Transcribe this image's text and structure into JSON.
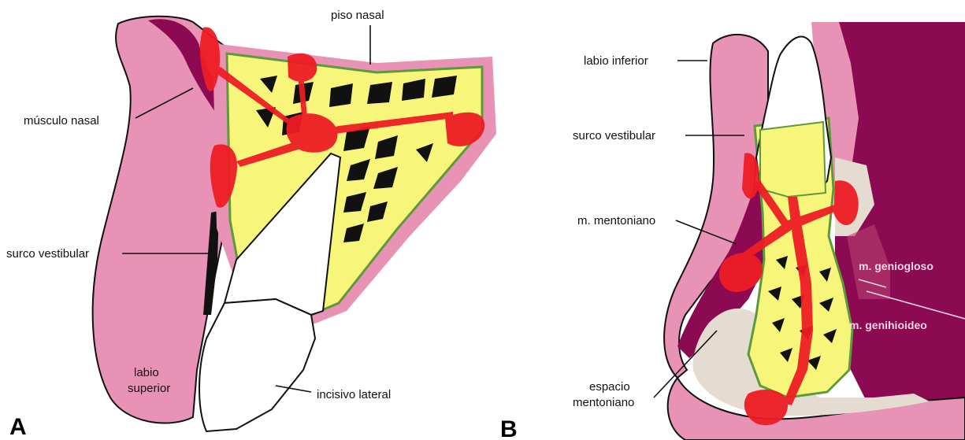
{
  "panels": {
    "a": {
      "letter": "A",
      "labels": {
        "piso_nasal": "piso nasal",
        "musculo_nasal": "músculo nasal",
        "surco_vestibular": "surco vestibular",
        "labio_superior_1": "labio",
        "labio_superior_2": "superior",
        "incisivo_lateral": "incisivo lateral"
      }
    },
    "b": {
      "letter": "B",
      "labels": {
        "labio_inferior": "labio inferior",
        "surco_vestibular": "surco vestibular",
        "m_mentoniano": "m. mentoniano",
        "m_geniogloso": "m. geniogloso",
        "m_genihioideo": "m. genihioideo",
        "espacio_mentoniano_1": "espacio",
        "espacio_mentoniano_2": "mentoniano"
      }
    }
  },
  "colors": {
    "soft_tissue": "#e893b5",
    "muscle": "#8c0a52",
    "bone": "#f7f57a",
    "bone_border": "#5c9a3a",
    "infection": "#ee1c24",
    "space": "#e4dcd0",
    "tooth": "#ffffff",
    "trabecular": "#111111"
  }
}
